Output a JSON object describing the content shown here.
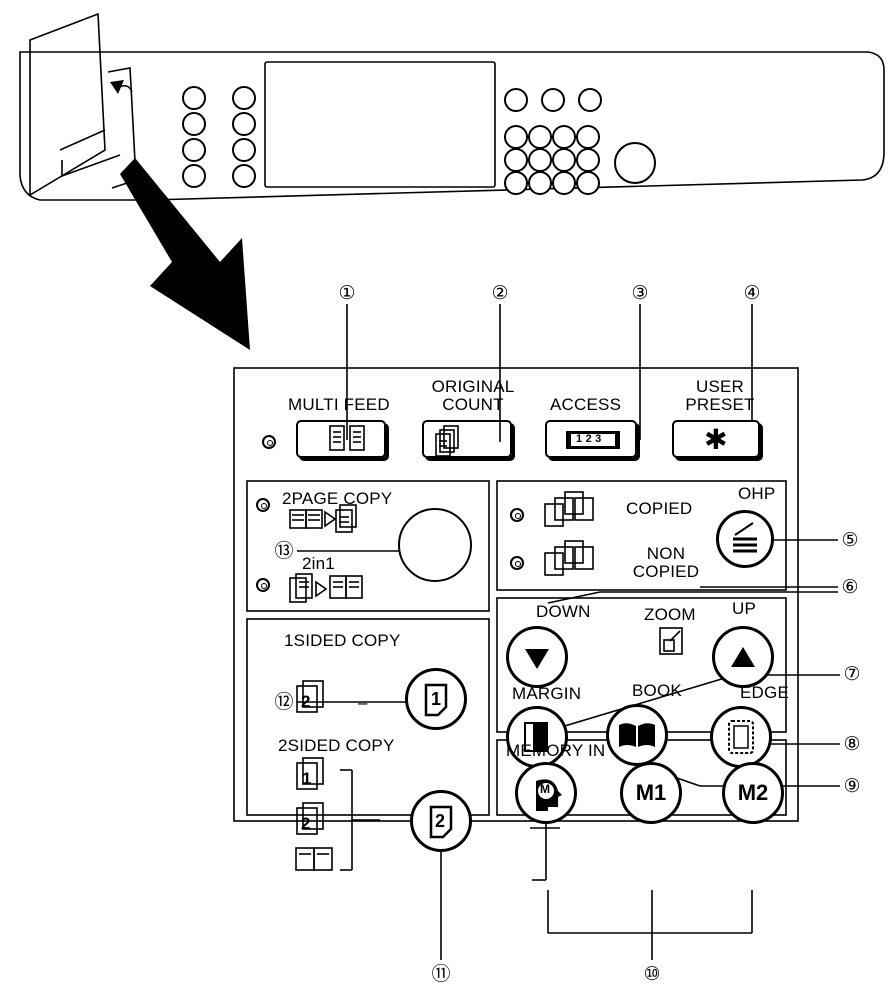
{
  "callouts": [
    "①",
    "②",
    "③",
    "④",
    "⑤",
    "⑥",
    "⑦",
    "⑧",
    "⑨",
    "⑩",
    "⑪",
    "⑫",
    "⑬"
  ],
  "top_row": {
    "multi_feed": "MULTI FEED",
    "original_count_1": "ORIGINAL",
    "original_count_2": "COUNT",
    "access": "ACCESS",
    "access_icon_text": "1 2 3",
    "user_preset_1": "USER",
    "user_preset_2": "PRESET",
    "user_preset_symbol": "✱"
  },
  "page_mode": {
    "two_page_copy": "2PAGE COPY",
    "two_in_one": "2in1"
  },
  "ohp": {
    "copied": "COPIED",
    "non_1": "NON",
    "non_2": "COPIED",
    "ohp": "OHP"
  },
  "zoom": {
    "down": "DOWN",
    "zoom": "ZOOM",
    "up": "UP"
  },
  "duplex": {
    "one_sided": "1SIDED COPY",
    "two_sided": "2SIDED COPY",
    "dash": "–"
  },
  "edit": {
    "margin": "MARGIN",
    "book": "BOOK",
    "edge": "EDGE"
  },
  "memory": {
    "memory_in": "MEMORY IN",
    "m1": "M1",
    "m2": "M2",
    "m_icon_letter": "M"
  },
  "icons": [
    "arrow-pointer-icon",
    "multi-feed-icon",
    "original-count-icon",
    "access-counter-icon",
    "asterisk-icon",
    "ohp-sheet-icon",
    "down-triangle-icon",
    "up-triangle-icon",
    "zoom-icon",
    "margin-icon",
    "book-icon",
    "edge-icon",
    "memory-in-icon",
    "one-sided-icon",
    "two-sided-icon"
  ]
}
